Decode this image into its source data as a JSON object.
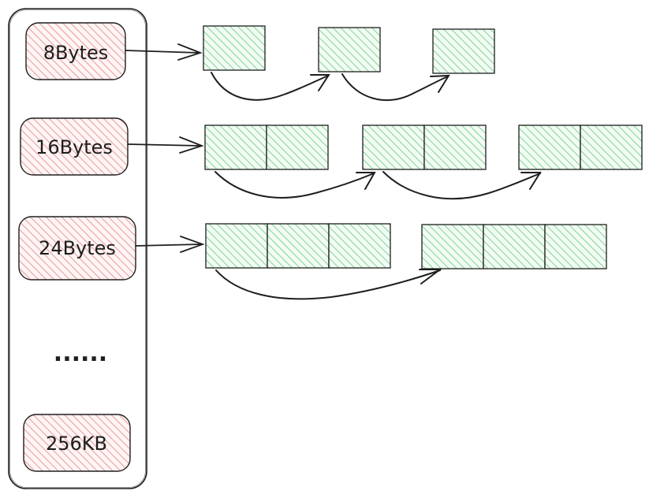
{
  "size_classes": [
    {
      "label": "8Bytes",
      "block_units": 1,
      "groups": 3
    },
    {
      "label": "16Bytes",
      "block_units": 2,
      "groups": 3
    },
    {
      "label": "24Bytes",
      "block_units": 3,
      "groups": 2
    }
  ],
  "ellipsis": "......",
  "last_class": {
    "label": "256KB"
  },
  "colors": {
    "class_fill": "#ffc9c9",
    "class_stroke": "#e03131",
    "block_fill": "#b2f2bb",
    "block_stroke": "#2f9e44",
    "ink": "#1e1e1e"
  }
}
